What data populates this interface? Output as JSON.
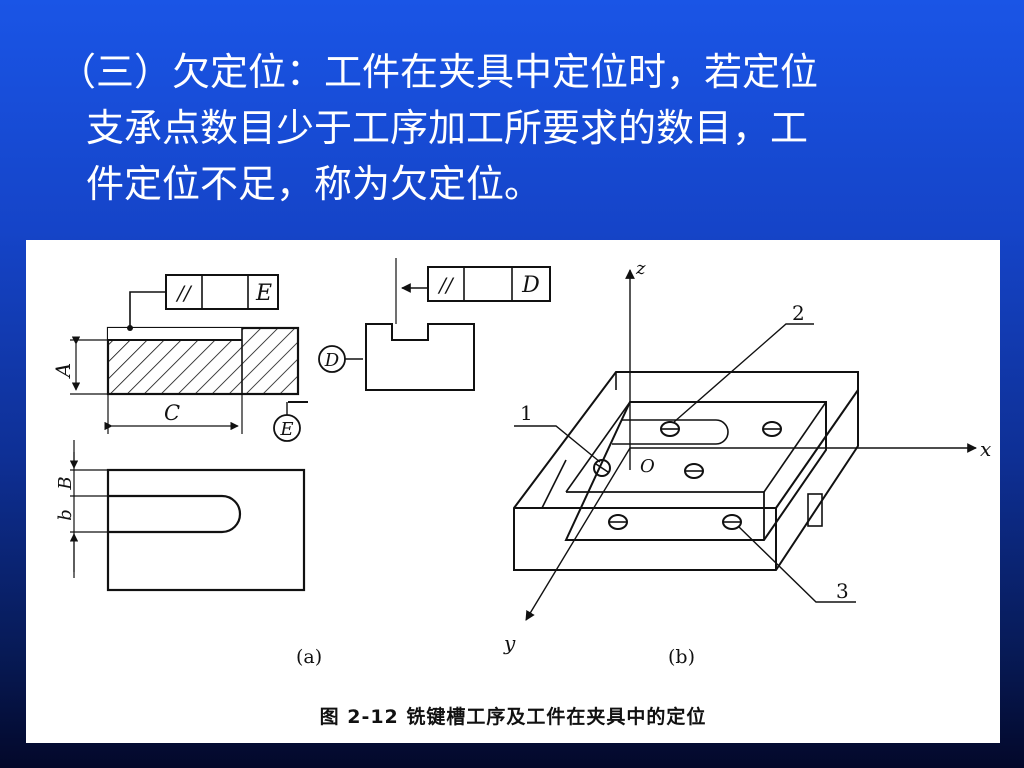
{
  "slide": {
    "title_lines": [
      "（三）欠定位：工件在夹具中定位时，若定位",
      "支承点数目少于工序加工所要求的数目，工",
      "件定位不足，称为欠定位。"
    ]
  },
  "figure": {
    "caption": "图 2-12    铣键槽工序及工件在夹具中的定位",
    "sub_a": "(a)",
    "sub_b": "(b)",
    "labels": {
      "fcf_parallel": "//",
      "fcf_E": "E",
      "fcf_D": "D",
      "datum_D": "D",
      "datum_E": "E",
      "dim_A": "A",
      "dim_C": "C",
      "dim_B": "B",
      "dim_b": "b",
      "axis_z": "z",
      "axis_x": "x",
      "axis_y": "y",
      "origin": "O",
      "callout_1": "1",
      "callout_2": "2",
      "callout_3": "3"
    }
  }
}
